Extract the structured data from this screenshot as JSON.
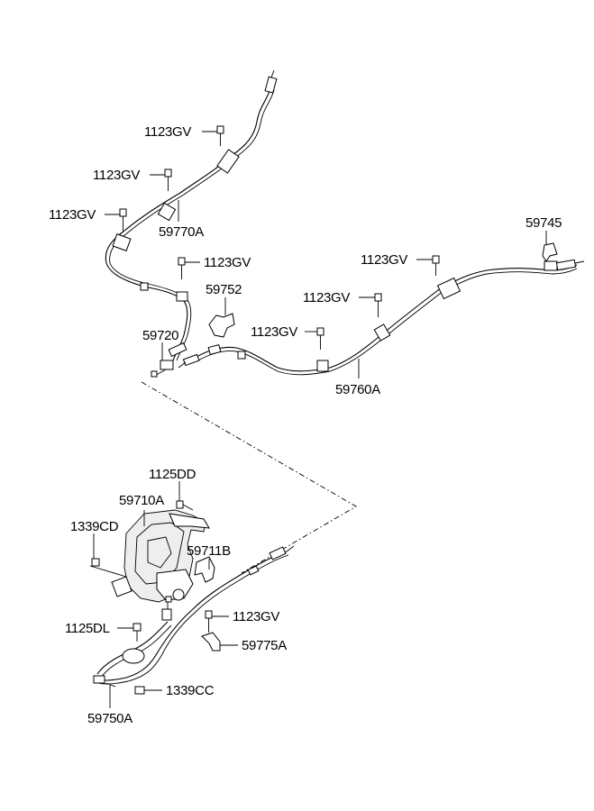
{
  "labels": {
    "gv_1": "1123GV",
    "gv_2": "1123GV",
    "gv_3": "1123GV",
    "gv_4": "1123GV",
    "gv_5": "1123GV",
    "gv_6": "1123GV",
    "gv_7": "1123GV",
    "gv_8": "1123GV",
    "p59770A": "59770A",
    "p59752": "59752",
    "p59720": "59720",
    "p59745": "59745",
    "p59760A": "59760A",
    "p1125DD": "1125DD",
    "p59710A": "59710A",
    "p1339CD": "1339CD",
    "p59711B": "59711B",
    "p1125DL": "1125DL",
    "p59775A": "59775A",
    "p1339CC": "1339CC",
    "p59750A": "59750A"
  },
  "colors": {
    "line": "#000000",
    "background": "#ffffff"
  }
}
